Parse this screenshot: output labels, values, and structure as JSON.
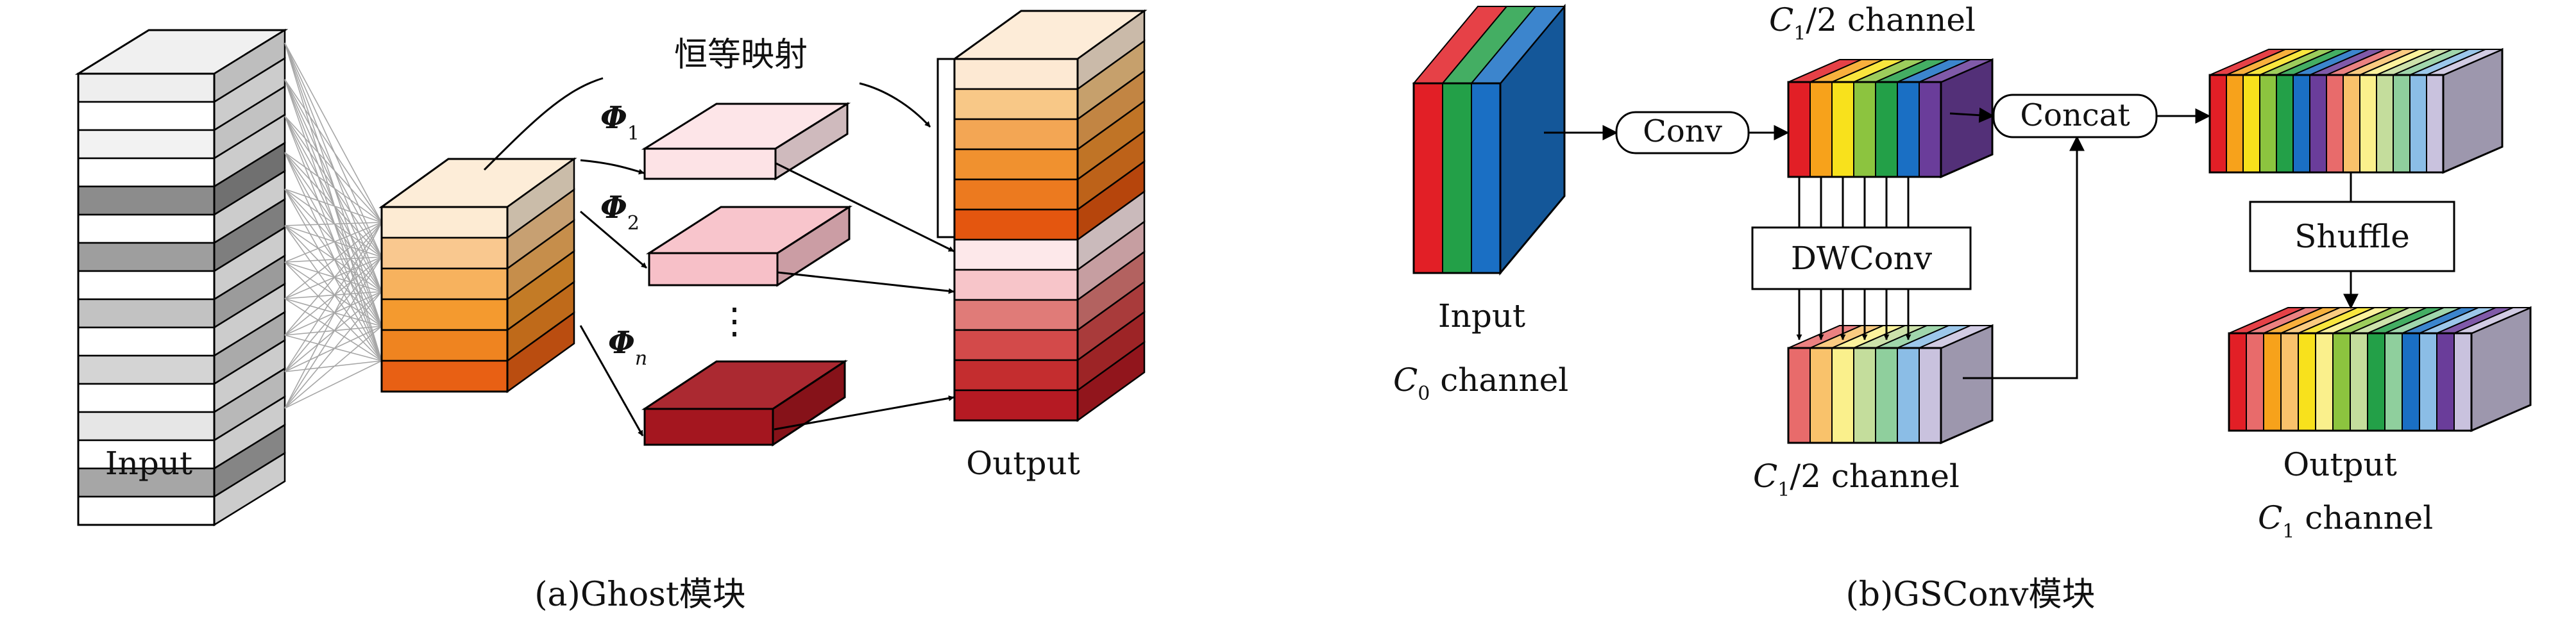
{
  "ghost": {
    "input_label": "Input",
    "output_label": "Output",
    "mapping_label": "恒等映射",
    "phi_symbol": "Φ",
    "phi1_sub": "1",
    "phi2_sub": "2",
    "phin_sub": "n",
    "ellipsis": "⋮",
    "caption": "(a)Ghost模块",
    "colors": {
      "input_stack": [
        "#eeeeee",
        "#ffffff",
        "#f2f2f2",
        "#ffffff",
        "#8c8c8c",
        "#ffffff",
        "#9e9e9e",
        "#ffffff",
        "#c2c2c2",
        "#ffffff",
        "#d4d4d4",
        "#ffffff",
        "#e6e6e6",
        "#ffffff",
        "#a6a6a6",
        "#ffffff"
      ],
      "middle_stack": [
        "#fdebd3",
        "#f9c88f",
        "#f7b25e",
        "#f49a2f",
        "#ef8420",
        "#e86014"
      ],
      "phi1_box": "#fde3e6",
      "phi2_box": "#f7c0c8",
      "phin_box": "#a4161f",
      "output_stack": [
        "#fde9d3",
        "#f8c887",
        "#f3a654",
        "#f0912f",
        "#ec7a1f",
        "#e4560f",
        "#fde8ea",
        "#f7c5c9",
        "#e07b78",
        "#d34a4a",
        "#c42d2f",
        "#b51a23"
      ]
    }
  },
  "gsconv": {
    "input_label": "Input",
    "c0_label_var": "C",
    "c0_label_sub": "0",
    "c0_label_rest": " channel",
    "conv_label": "Conv",
    "top_c1_var": "C",
    "top_c1_sub": "1",
    "top_c1_rest": "/2 channel",
    "dwconv_label": "DWConv",
    "bottom_c1_var": "C",
    "bottom_c1_sub": "1",
    "bottom_c1_rest": "/2 channel",
    "concat_label": "Concat",
    "shuffle_label": "Shuffle",
    "output_label": "Output",
    "out_c1_var": "C",
    "out_c1_sub": "1",
    "out_c1_rest": " channel",
    "caption": "(b)GSConv模块",
    "colors": {
      "input_slices": [
        "#e21f26",
        "#23a048",
        "#1a6fc4"
      ],
      "conv_slices": [
        "#e21f26",
        "#f7a21b",
        "#f8e11c",
        "#8cc43f",
        "#23a048",
        "#1a6fc4",
        "#6a3d9a"
      ],
      "dw_slices": [
        "#e86b6b",
        "#f9c26b",
        "#faf08c",
        "#c4dd9c",
        "#8fcf9d",
        "#8bbde6",
        "#c9c2de"
      ],
      "concat_out": [
        "#e21f26",
        "#f7a21b",
        "#f8e11c",
        "#8cc43f",
        "#23a048",
        "#1a6fc4",
        "#6a3d9a",
        "#e86b6b",
        "#f9c26b",
        "#faf08c",
        "#c4dd9c",
        "#8fcf9d",
        "#8bbde6",
        "#c9c2de"
      ],
      "shuffle_out": [
        "#e21f26",
        "#e86b6b",
        "#f7a21b",
        "#f9c26b",
        "#f8e11c",
        "#faf08c",
        "#8cc43f",
        "#c4dd9c",
        "#23a048",
        "#8fcf9d",
        "#1a6fc4",
        "#8bbde6",
        "#6a3d9a",
        "#c9c2de"
      ]
    }
  }
}
